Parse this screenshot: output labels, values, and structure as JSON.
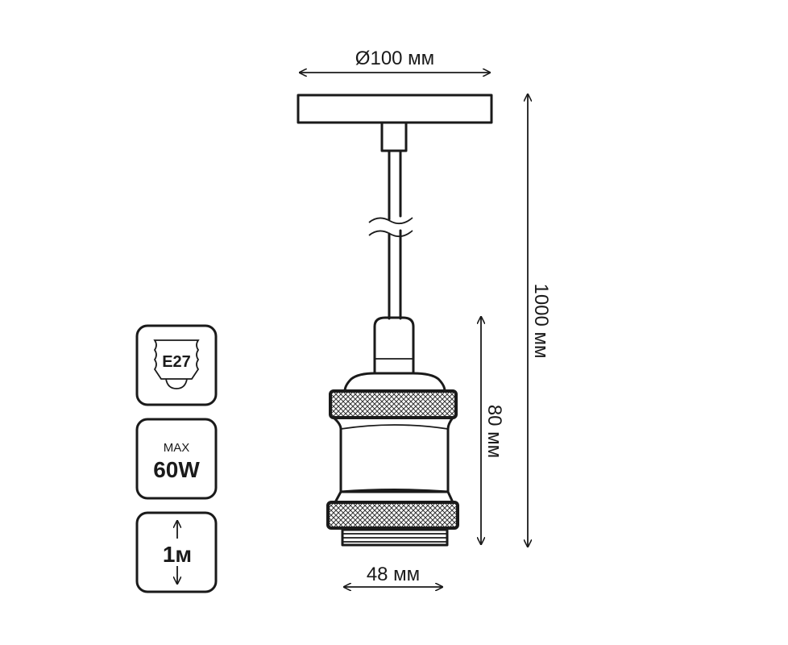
{
  "dimensions": {
    "canopy_diameter": "Ø100 мм",
    "total_length": "1000 мм",
    "socket_height": "80 мм",
    "socket_diameter": "48 мм"
  },
  "badges": {
    "socket_type": "E27",
    "max_label": "MAX",
    "max_power": "60W",
    "cable_length": "1м"
  }
}
